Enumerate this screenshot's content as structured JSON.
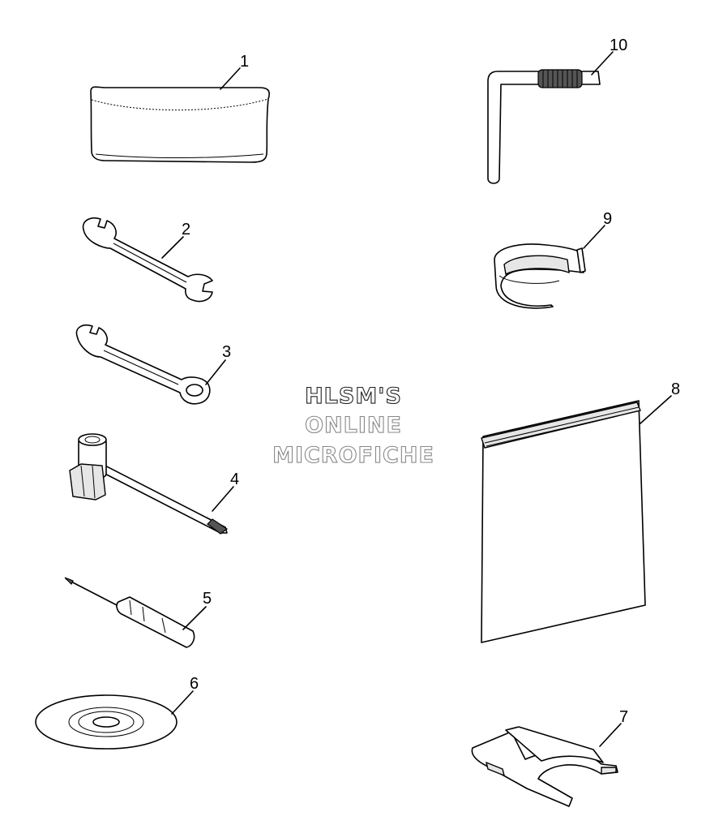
{
  "watermark": {
    "line1": "HLSM'S",
    "line2": "ONLINE",
    "line3": "MICROFICHE"
  },
  "callouts": {
    "c1": "1",
    "c2": "2",
    "c3": "3",
    "c4": "4",
    "c5": "5",
    "c6": "6",
    "c7": "7",
    "c8": "8",
    "c9": "9",
    "c10": "10"
  }
}
